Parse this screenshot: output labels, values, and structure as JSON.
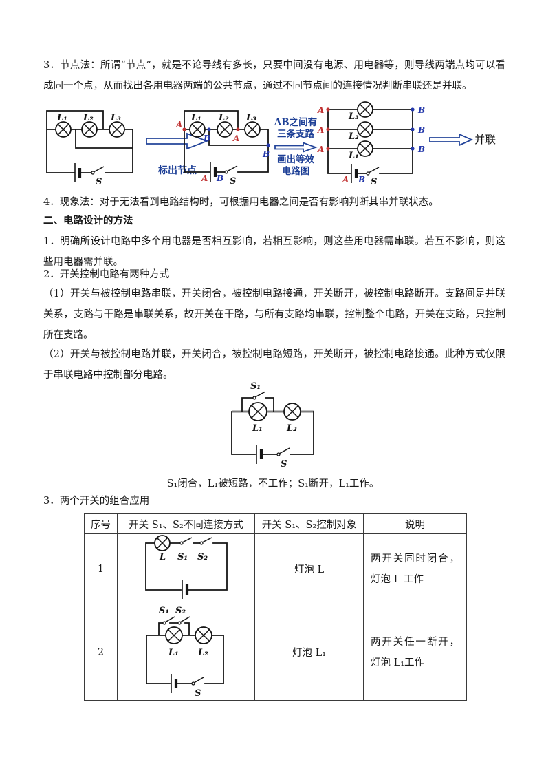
{
  "content": {
    "p_node_method": "3．节点法：所谓“节点”，就是不论导线有多长，只要中间没有电源、用电器等，则导线两端点均可以看成同一个点，从而找出各用电器两端的公共节点，通过不同节点间的连接情况判断串联还是并联。",
    "p_phenomenon": "4．现象法：对于无法看到电路结构时，可根据用电器之间是否有影响判断其串并联状态。",
    "h_design": "二、电路设计的方法",
    "p_design_1": "1．明确所设计电路中多个用电器是否相互影响，若相互影响，则这些用电器需串联。若互不影响，则这些用电器需并联。",
    "p_design_2": "2．开关控制电路有两种方式",
    "p_design_2_1": "（1）开关与被控制电路串联，开关闭合，被控制电路接通，开关断开，被控制电路断开。支路间是并联关系，支路与干路是串联关系，故开关在干路，与所有支路均串联，控制整个电路，开关在支路，只控制所在支路。",
    "p_design_2_2": "（2）开关与被控制电路并联，开关闭合，被控制电路短路，开关断开，被控制电路接通。此种方式仅限于串联电路中控制部分电路。",
    "caption_switch": "S₁闭合，L₁被短路，不工作；S₁断开，L₁工作。",
    "p_design_3": "3．两个开关的组合应用"
  },
  "figures": {
    "arrow1_label": "标出节点",
    "note_line1": "AB之间有",
    "note_line2": "三条支路",
    "note_line3": "画出等效",
    "note_line4": "电路图",
    "parallel_label": "并联",
    "lamp": "L",
    "lamp1": "L₁",
    "lamp2": "L₂",
    "lamp3": "L₃",
    "switch": "S",
    "switch1": "S₁",
    "switch2": "S₂",
    "nodeA": "A",
    "nodeB": "B"
  },
  "colors": {
    "annotation_blue": "#1d3f96",
    "arrow_outline": "#24459a",
    "node_red": "#c03030",
    "node_blue": "#2438aa"
  },
  "table": {
    "headers": [
      "序号",
      "开关 S₁、S₂不同连接方式",
      "开关 S₁、S₂控制对象",
      "说明"
    ],
    "rows": [
      {
        "no": "1",
        "target": "灯泡 L",
        "note": "两开关同时闭合，灯泡 L 工作"
      },
      {
        "no": "2",
        "target": "灯泡 L₁",
        "note": "两开关任一断开，灯泡 L₁工作"
      }
    ]
  }
}
